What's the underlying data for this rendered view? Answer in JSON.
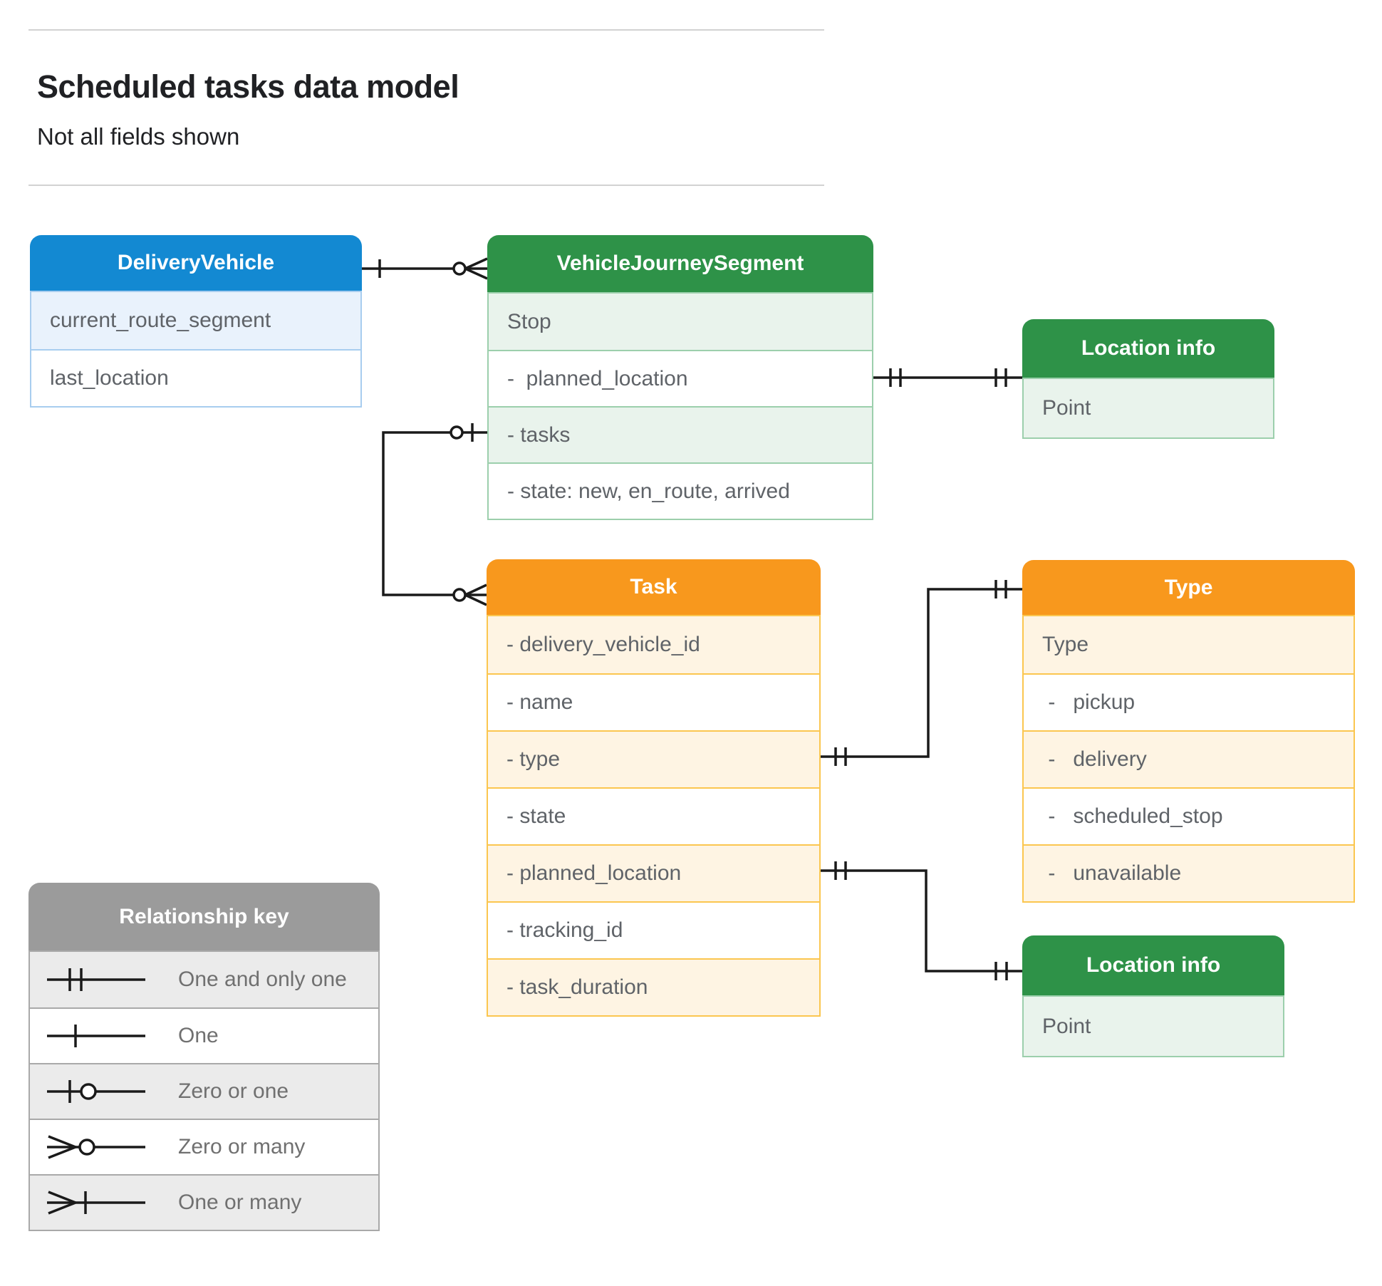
{
  "page": {
    "title": "Scheduled tasks data model",
    "subtitle": "Not all fields shown"
  },
  "colors": {
    "blue_header": "#1389d2",
    "green_header": "#2e9248",
    "orange_header": "#f8981d",
    "gray_header": "#9b9b9b",
    "light_blue_row": "#e9f2fc",
    "light_green_row": "#e9f3ec",
    "light_orange_row": "#fef4e3",
    "light_gray_row": "#ebebeb",
    "connector": "#1a1a1a",
    "row_text": "#5f6368"
  },
  "tables": {
    "delivery_vehicle": {
      "title": "DeliveryVehicle",
      "rows": [
        "current_route_segment",
        "last_location"
      ]
    },
    "vehicle_journey_segment": {
      "title": "VehicleJourneySegment",
      "rows": [
        "Stop",
        "-  planned_location",
        "- tasks",
        "- state: new, en_route, arrived"
      ]
    },
    "location_info_top": {
      "title": "Location info",
      "rows": [
        "Point"
      ]
    },
    "task": {
      "title": "Task",
      "rows": [
        "- delivery_vehicle_id",
        "- name",
        "- type",
        "- state",
        "- planned_location",
        "- tracking_id",
        "- task_duration"
      ]
    },
    "type": {
      "title": "Type",
      "rows": [
        "Type",
        " -   pickup",
        " -   delivery",
        " -   scheduled_stop",
        " -   unavailable"
      ]
    },
    "location_info_bottom": {
      "title": "Location info",
      "rows": [
        "Point"
      ]
    }
  },
  "legend": {
    "title": "Relationship key",
    "items": [
      {
        "symbol": "one-and-only-one",
        "label": "One and only one"
      },
      {
        "symbol": "one",
        "label": "One"
      },
      {
        "symbol": "zero-or-one",
        "label": "Zero or one"
      },
      {
        "symbol": "zero-or-many",
        "label": "Zero or many"
      },
      {
        "symbol": "one-or-many",
        "label": "One or many"
      }
    ]
  },
  "connections": [
    {
      "from": "DeliveryVehicle",
      "from_cardinality": "one",
      "to": "VehicleJourneySegment",
      "to_cardinality": "zero-or-many"
    },
    {
      "from": "VehicleJourneySegment.tasks",
      "from_cardinality": "zero-or-one",
      "to": "Task",
      "to_cardinality": "zero-or-many"
    },
    {
      "from": "VehicleJourneySegment.planned_location",
      "from_cardinality": "one-and-only-one",
      "to": "Location info",
      "to_cardinality": "one-and-only-one"
    },
    {
      "from": "Task.type",
      "from_cardinality": "one-and-only-one",
      "to": "Type",
      "to_cardinality": "one-and-only-one"
    },
    {
      "from": "Task.planned_location",
      "from_cardinality": "one-and-only-one",
      "to": "Location info",
      "to_cardinality": "one-and-only-one"
    }
  ]
}
